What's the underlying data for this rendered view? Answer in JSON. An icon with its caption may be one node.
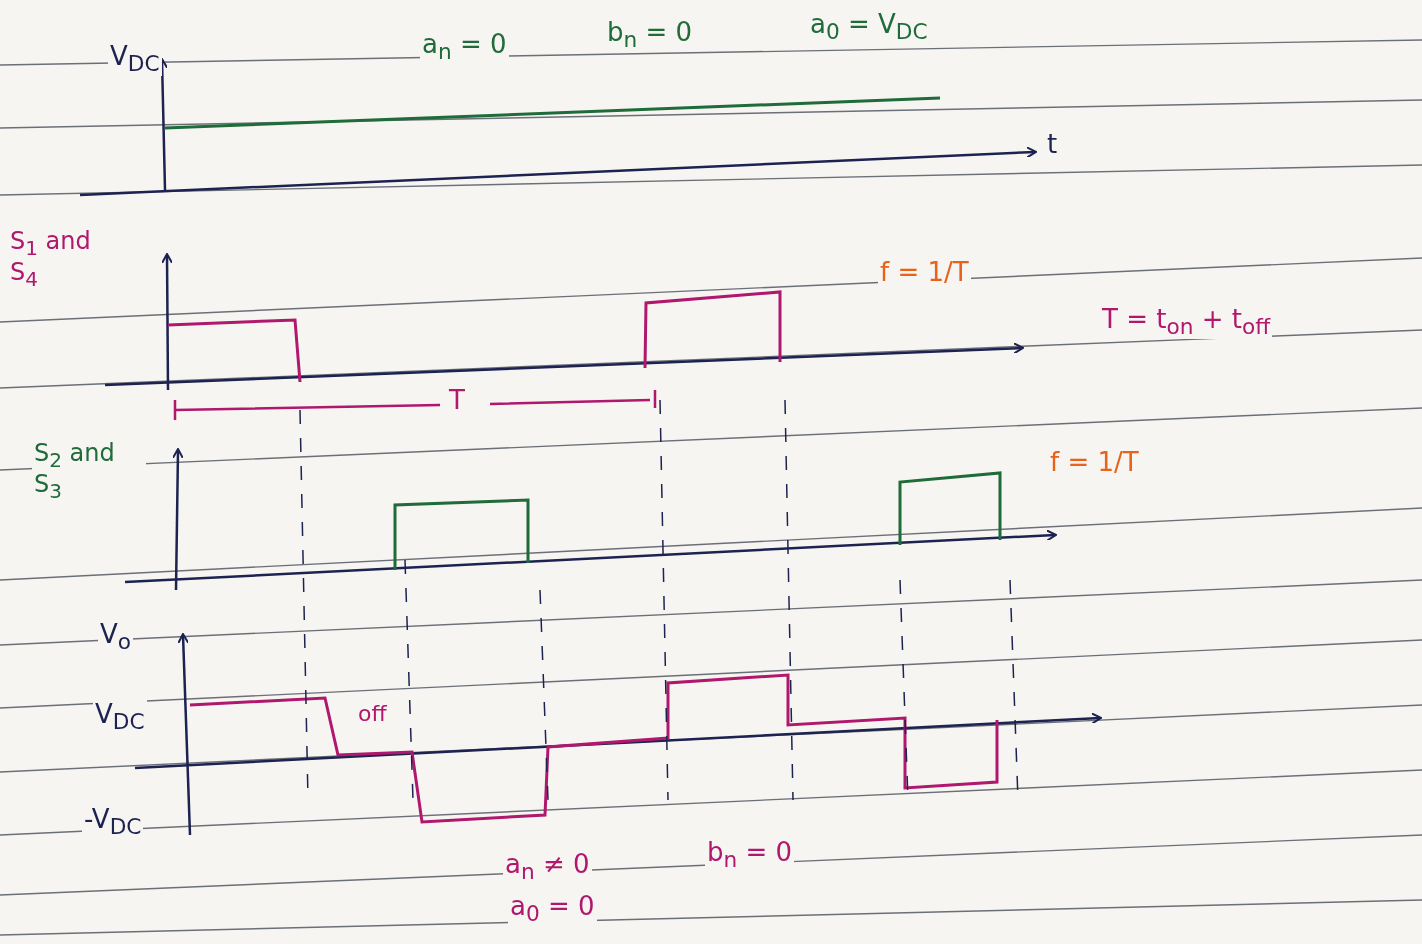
{
  "diagram": {
    "labels": [
      "V$_{DC}$",
      "a$_{n}$ = 0",
      "b$_{n}$ = 0",
      "a$_{0}$ = V$_{DC}$",
      "t",
      "S$_{1}$ and S$_{4}$",
      "f = 1/T",
      "T = t$_{on}$ + t$_{off}$",
      "T",
      "S$_{2}$ and S$_{3}$",
      "f = 1/T",
      "V$_{o}$",
      "V$_{DC}$",
      "off",
      "-V$_{DC}$",
      "a$_{n}$ ≠ 0",
      "b$_{n}$ = 0",
      "a$_{0}$ = 0"
    ]
  }
}
